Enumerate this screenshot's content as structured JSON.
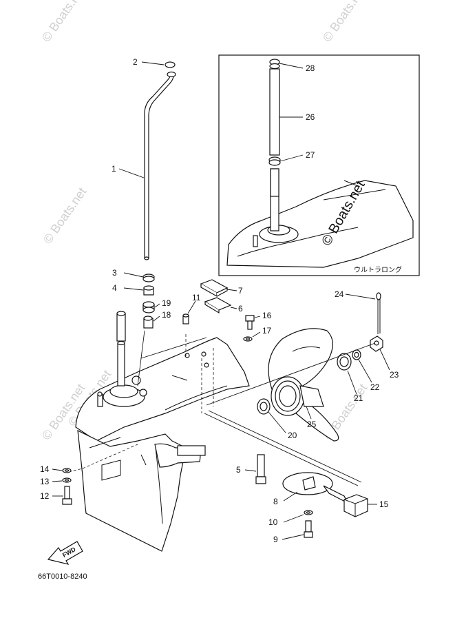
{
  "labels": {
    "p1": "1",
    "p2": "2",
    "p3": "3",
    "p4": "4",
    "p5": "5",
    "p6": "6",
    "p7": "7",
    "p8": "8",
    "p9": "9",
    "p10": "10",
    "p11": "11",
    "p12": "12",
    "p13": "13",
    "p14": "14",
    "p15": "15",
    "p16": "16",
    "p17": "17",
    "p18": "18",
    "p19": "19",
    "p20": "20",
    "p21": "21",
    "p22": "22",
    "p23": "23",
    "p24": "24",
    "p25": "25",
    "p26": "26",
    "p27": "27",
    "p28": "28"
  },
  "inset_caption": "ウルトラロング",
  "diagram_code": "66T0010-8240",
  "fwd_label": "FWD",
  "watermarks": {
    "text": "© Boats.net",
    "inset_text": "© Boats.net"
  },
  "colors": {
    "line": "#111111",
    "watermark": "#cfcfcf",
    "background": "#ffffff"
  }
}
